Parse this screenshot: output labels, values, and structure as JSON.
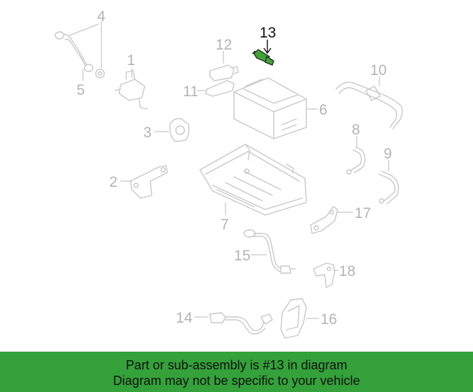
{
  "diagram": {
    "highlight_color": "#3fa535",
    "callouts": {
      "c1": "1",
      "c2": "2",
      "c3": "3",
      "c4": "4",
      "c5": "5",
      "c6": "6",
      "c7": "7",
      "c8": "8",
      "c9": "9",
      "c10": "10",
      "c11": "11",
      "c12": "12",
      "c13": "13",
      "c14": "14",
      "c15": "15",
      "c16": "16",
      "c17": "17",
      "c18": "18"
    }
  },
  "banner": {
    "background": "#34a13a",
    "line1": "Part or sub-assembly is #13 in diagram",
    "line2": "Diagram may not be specific to your vehicle"
  }
}
